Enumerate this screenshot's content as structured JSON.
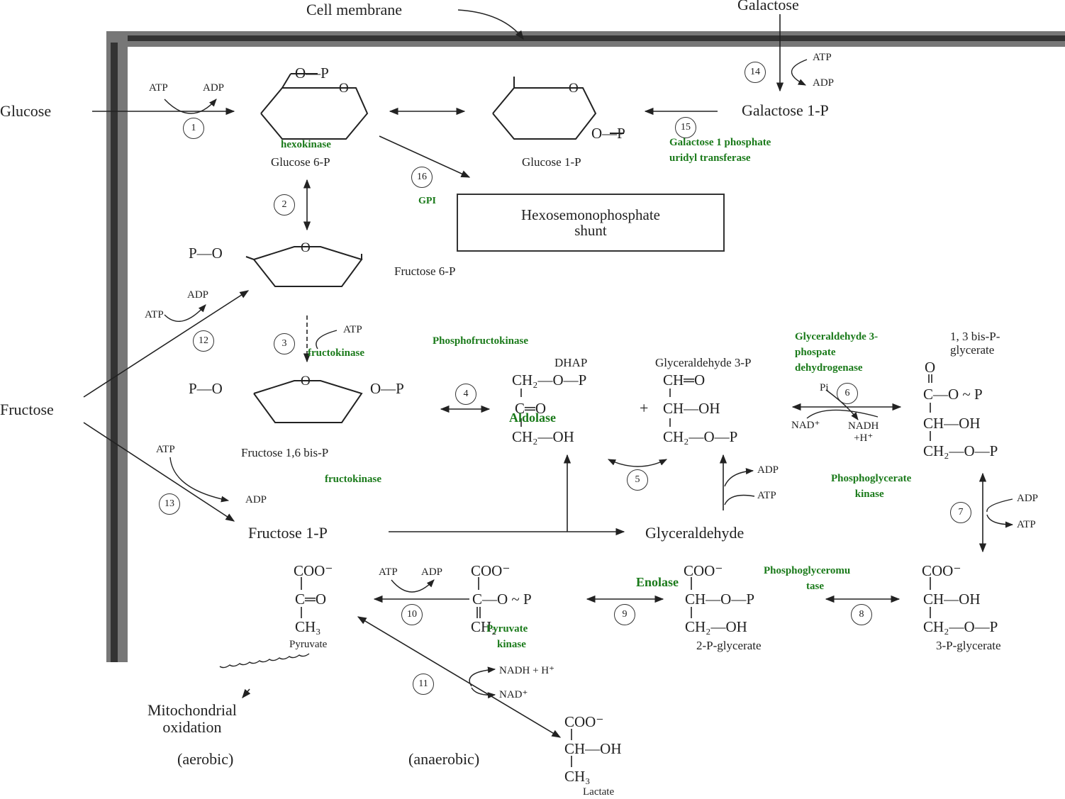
{
  "labels": {
    "cell_membrane": "Cell membrane",
    "galactose": "Galactose",
    "glucose": "Glucose",
    "galactose_1p": "Galactose 1-P",
    "glucose_6p": "Glucose 6-P",
    "glucose_1p": "Glucose 1-P",
    "fructose_6p": "Fructose 6-P",
    "fructose": "Fructose",
    "fructose_16bp": "Fructose 1,6 bis-P",
    "fructose_1p": "Fructose 1-P",
    "glyceraldehyde": "Glyceraldehyde",
    "dhap": "DHAP",
    "g3p": "Glyceraldehyde 3-P",
    "bpg13": "1, 3 bis-P-\nglycerate",
    "pyruvate": "Pyruvate",
    "pg2": "2-P-glycerate",
    "pg3": "3-P-glycerate",
    "mito": "Mitochondrial\noxidation",
    "aerobic": "(aerobic)",
    "anaerobic": "(anaerobic)",
    "lactate": "Lactate",
    "hmp_shunt": "Hexosemonophosphate\nshunt"
  },
  "cofactors": {
    "atp": "ATP",
    "adp": "ADP",
    "nad": "NAD⁺",
    "nadh": "NADH\n+H⁺",
    "nadh_h": "NADH + H⁺",
    "nad2": "NAD⁺",
    "pi": "Pi",
    "plus": "+"
  },
  "structures": {
    "p_o": "P—O",
    "o_p": "O—P",
    "ring_o": "O",
    "dhap_1": "CH₂—O—P",
    "dhap_2": "C═O",
    "dhap_3": "CH₂—OH",
    "g3p_1": "CH═O",
    "g3p_2": "CH—OH",
    "g3p_3": "CH₂—O—P",
    "bpg_1": "O",
    "bpg_2": "C—O ~ P",
    "bpg_3": "CH—OH",
    "bpg_4": "CH₂—O—P",
    "pg3_1": "COO⁻",
    "pg3_2": "CH—OH",
    "pg3_3": "CH₂—O—P",
    "pg2_1": "COO⁻",
    "pg2_2": "CH—O—P",
    "pg2_3": "CH₂—OH",
    "pep_1": "COO⁻",
    "pep_2": "C—O ~ P",
    "pep_3": "CH₂",
    "pyr_1": "COO⁻",
    "pyr_2": "C═O",
    "pyr_3": "CH₃",
    "lac_1": "COO⁻",
    "lac_2": "CH—OH",
    "lac_3": "CH₃"
  },
  "steps": [
    "1",
    "2",
    "3",
    "4",
    "5",
    "6",
    "7",
    "8",
    "9",
    "10",
    "11",
    "12",
    "13",
    "14",
    "15",
    "16"
  ],
  "enzymes": {
    "hexokinase": "hexokinase",
    "galt": "Galactose 1 phosphate\nuridyl transferase",
    "gpi": "GPI",
    "pfk": "Phosphofructokinase",
    "fructokinase_a": "fructokinase",
    "fructokinase_b": "fructokinase",
    "aldolase": "Aldolase",
    "gapdh": "Glyceraldehyde 3-\nphospate\ndehydrogenase",
    "pgk": "Phosphoglycerate\n         kinase",
    "pgm": "Phosphoglyceromu\n                tase",
    "enolase": "Enolase",
    "pyruvate_kinase": "Pyruvate\n    kinase"
  },
  "colors": {
    "enzyme_label": "#1a7a1a",
    "ink": "#222222"
  }
}
